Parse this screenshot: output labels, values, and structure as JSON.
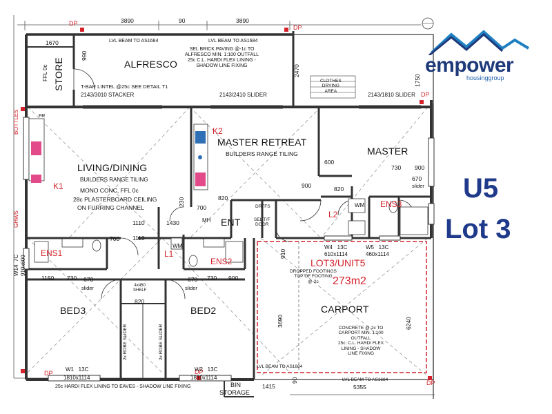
{
  "title": {
    "line1": "U5",
    "line2": "Lot 3"
  },
  "logo": {
    "word_em": "em",
    "word_power": "power",
    "sub": "housinggroup",
    "color_navy": "#1f3a7a",
    "color_teal": "#1f7fc1"
  },
  "colors": {
    "accent_red": "#d4232c",
    "label_blue": "#1f3a8a",
    "fixture_blue": "#2f6fb6",
    "fixture_pink": "#e34a8a"
  },
  "rooms": {
    "alfresco": "ALFRESCO",
    "store": "STORE",
    "living": "LIVING/DINING",
    "master_retreat": "MASTER RETREAT",
    "master": "MASTER",
    "ent": "ENT",
    "bed3": "BED3",
    "bed2": "BED2",
    "carport": "CARPORT",
    "bin_storage_1": "BIN",
    "bin_storage_2": "STORAGE"
  },
  "red_labels": {
    "k1": "K1",
    "k2": "K2",
    "l1": "L1",
    "l2": "L2",
    "ens1": "ENS1",
    "ens2": "ENS2",
    "ens3": "ENS3",
    "lot_unit": "LOT3/UNIT5",
    "area": "273m2",
    "dp": "DP",
    "bottles": "BOTTLES",
    "ghws": "GHWS"
  },
  "notes": {
    "lvl_beam_top": "LVL BEAM TO AS1684",
    "lvl_beam_right": "LVL BEAM TO AS1684",
    "brick_paving": "SEL BRICK PAVING @-1c TO\nALFRESCO MIN. 1:100 OUTFALL\n25c C.L. HARDI FLEX LINING -\nSHADOW LINE FIXING",
    "tbar_lintel": "T-BAR LINTEL @25c SEE DETAIL T1",
    "stacker": "2143/3010 STACKER",
    "slider_2410": "2143/2410 SLIDER",
    "slider_1810": "2143/1810 SLIDER",
    "clothes": "CLOTHES\nDRYING\nAREA",
    "builders_tiling_1": "BUILDERS RANGE TILING",
    "builders_tiling_2": "BUILDERS RANGE TILING",
    "mono_conc": "MONO CONC, FFL 0c",
    "plasterboard": "28c PLASTERBOARD CEILING",
    "furring": "ON FURRING CHANNEL",
    "ffl_store": "FFL 0c",
    "dropped_footings": "DROPPED FOOTINGS\nTOP OF FOOTING\n@-2c",
    "carport_conc": "CONCRETE @-2c TO\nCARPORT MIN. 1:100\nOUTFALL\n25c. C.L. HARDI FLEX\nLINING - SHADOW\nLINE FIXING",
    "eaves": "25c HARDI FLEX LINING TO EAVES - SHADOW LINE FIXING",
    "lvl_beam_bottom": "LVL BEAM TO AS1684",
    "lvl_beam_carport": "LVL BEAM TO AS1684",
    "sel_door": "SEL T/F\nDOOR",
    "drtfs": "DRTFS",
    "shelf": "4x450\nSHELF",
    "robe_slider": "2x ROBE SLIDER",
    "slider": "slider",
    "wm": "WM",
    "mh": "MH",
    "fr": "FR"
  },
  "windows": {
    "w1": "W1   13C",
    "w1_size": "1810x1114",
    "w2": "W2   13C",
    "w2_size": "1810x1114",
    "w4": "W4   13C",
    "w4_size": "610x1114",
    "w5": "W5   13C",
    "w5_size": "460x1114",
    "w14": "W14  7C",
    "w14_size": "910x600"
  },
  "dims": {
    "top_3890a": "3890",
    "top_90": "90",
    "top_3890b": "3890",
    "d1670": "1670",
    "d990": "990",
    "d2470": "2470",
    "d1750": "1750",
    "d1110a": "1110",
    "d1110b": "1110",
    "d1430": "1430",
    "d700a": "700",
    "d700b": "700",
    "d230": "230",
    "d820a": "820",
    "d820b": "820",
    "d820c": "820",
    "d1150": "1150",
    "d730a": "730",
    "d730b": "730",
    "d730c": "730",
    "d670a": "670",
    "d670b": "670",
    "d670c": "670",
    "d900a": "900",
    "d900b": "900",
    "d900c": "900",
    "d600": "600",
    "d3690": "3690",
    "d6240": "6240",
    "d1415": "1415",
    "d5355": "5355",
    "d90bot": "90",
    "d910": "910"
  }
}
